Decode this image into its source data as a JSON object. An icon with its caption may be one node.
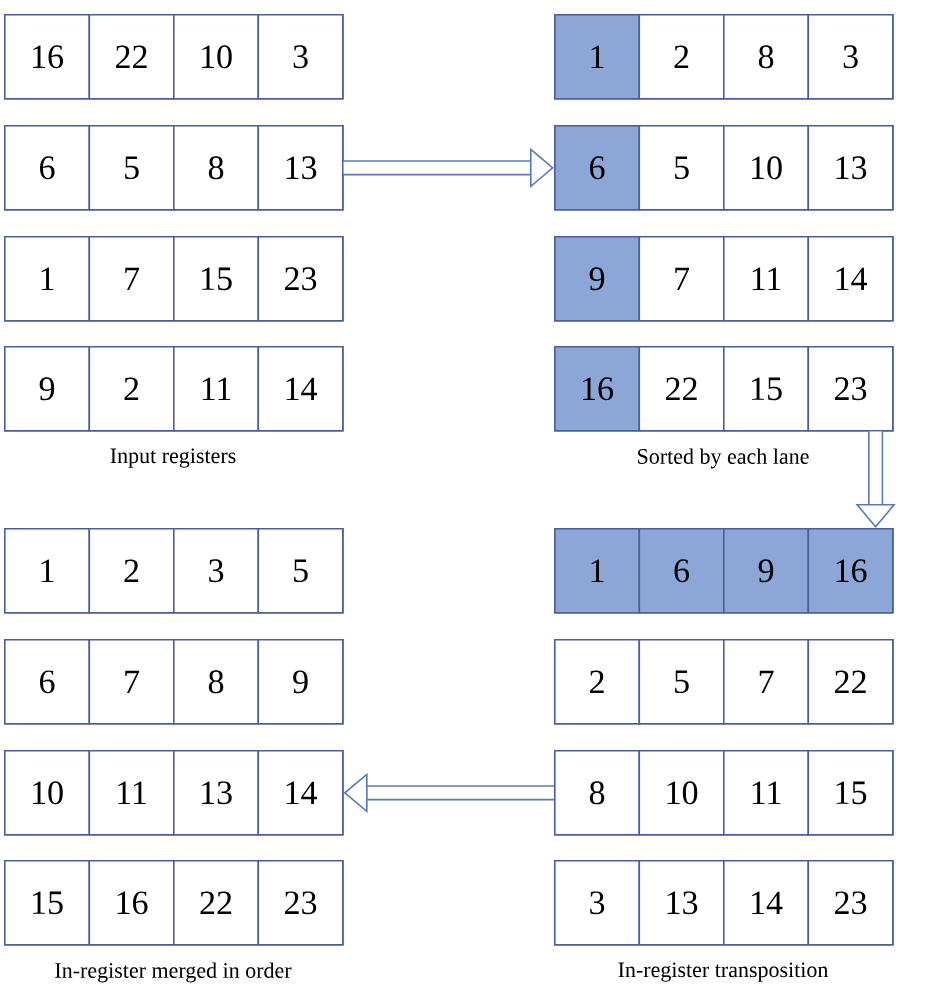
{
  "diagram": {
    "nodes": [
      {
        "text": [],
        "shape": "box"
      },
      {
        "text": [
          "16"
        ],
        "in": 0
      },
      {
        "text": [
          "22"
        ],
        "in": 0
      },
      {
        "text": [
          "10"
        ],
        "in": 0
      },
      {
        "text": [
          "3"
        ],
        "in": 0
      },
      {
        "text": [],
        "shape": "box"
      },
      {
        "text": [
          "6"
        ],
        "in": 5
      },
      {
        "text": [
          "5"
        ],
        "in": 5
      },
      {
        "text": [
          "8"
        ],
        "in": 5
      },
      {
        "text": [
          "13"
        ],
        "in": 5
      },
      {
        "text": [],
        "shape": "box"
      },
      {
        "text": [
          "1"
        ],
        "in": 10
      },
      {
        "text": [
          "7"
        ],
        "in": 10
      },
      {
        "text": [
          "15"
        ],
        "in": 10
      },
      {
        "text": [
          "23"
        ],
        "in": 10
      },
      {
        "text": [],
        "shape": "box"
      },
      {
        "text": [
          "9"
        ],
        "in": 15
      },
      {
        "text": [
          "2"
        ],
        "in": 15
      },
      {
        "text": [
          "11"
        ],
        "in": 15
      },
      {
        "text": [
          "14"
        ],
        "in": 15
      },
      {
        "text": [],
        "shape": "box"
      },
      {
        "text": [
          "1"
        ],
        "in": 20
      },
      {
        "text": [
          "2"
        ],
        "in": 20
      },
      {
        "text": [
          "8"
        ],
        "in": 20
      },
      {
        "text": [
          "3"
        ],
        "in": 20
      },
      {
        "text": [],
        "shape": "box"
      },
      {
        "text": [
          "6"
        ],
        "in": 25
      },
      {
        "text": [
          "5"
        ],
        "in": 25
      },
      {
        "text": [
          "10"
        ],
        "in": 25
      },
      {
        "text": [
          "13"
        ],
        "in": 25
      },
      {
        "text": [],
        "shape": "box"
      },
      {
        "text": [
          "9"
        ],
        "in": 30
      },
      {
        "text": [
          "7"
        ],
        "in": 30
      },
      {
        "text": [
          "11"
        ],
        "in": 30
      },
      {
        "text": [
          "14"
        ],
        "in": 30
      },
      {
        "text": [],
        "shape": "box"
      },
      {
        "text": [
          "16"
        ],
        "in": 35
      },
      {
        "text": [
          "22"
        ],
        "in": 35
      },
      {
        "text": [
          "15"
        ],
        "in": 35
      },
      {
        "text": [
          "23"
        ],
        "in": 35
      },
      {
        "text": [],
        "shape": "box"
      },
      {
        "text": [
          "1"
        ],
        "in": 40
      },
      {
        "text": [
          "2"
        ],
        "in": 40
      },
      {
        "text": [
          "3"
        ],
        "in": 40
      },
      {
        "text": [
          "5"
        ],
        "in": 40
      },
      {
        "text": [],
        "shape": "box"
      },
      {
        "text": [
          "6"
        ],
        "in": 45
      },
      {
        "text": [
          "7"
        ],
        "in": 45
      },
      {
        "text": [
          "8"
        ],
        "in": 45
      },
      {
        "text": [
          "9"
        ],
        "in": 45
      },
      {
        "text": [],
        "shape": "box"
      },
      {
        "text": [
          "10"
        ],
        "in": 50
      },
      {
        "text": [
          "11"
        ],
        "in": 50
      },
      {
        "text": [
          "13"
        ],
        "in": 50
      },
      {
        "text": [
          "14"
        ],
        "in": 50
      },
      {
        "text": [],
        "shape": "box"
      },
      {
        "text": [
          "15"
        ],
        "in": 55
      },
      {
        "text": [
          "16"
        ],
        "in": 55
      },
      {
        "text": [
          "22"
        ],
        "in": 55
      },
      {
        "text": [
          "23"
        ],
        "in": 55
      },
      {
        "text": [],
        "shape": "box"
      },
      {
        "text": [
          "1"
        ],
        "in": 60
      },
      {
        "text": [
          "6"
        ],
        "in": 60
      },
      {
        "text": [
          "9"
        ],
        "in": 60
      },
      {
        "text": [
          "16"
        ],
        "in": 60
      },
      {
        "text": [],
        "shape": "box"
      },
      {
        "text": [
          "2"
        ],
        "in": 65
      },
      {
        "text": [
          "5"
        ],
        "in": 65
      },
      {
        "text": [
          "7"
        ],
        "in": 65
      },
      {
        "text": [
          "22"
        ],
        "in": 65
      },
      {
        "text": [],
        "shape": "box"
      },
      {
        "text": [
          "8"
        ],
        "in": 70
      },
      {
        "text": [
          "10"
        ],
        "in": 70
      },
      {
        "text": [
          "11"
        ],
        "in": 70
      },
      {
        "text": [
          "15"
        ],
        "in": 70
      },
      {
        "text": [],
        "shape": "box"
      },
      {
        "text": [
          "3"
        ],
        "in": 75
      },
      {
        "text": [
          "13"
        ],
        "in": 75
      },
      {
        "text": [
          "14"
        ],
        "in": 75
      },
      {
        "text": [
          "23"
        ],
        "in": 75
      }
    ],
    "edges": [
      {
        "from": 5,
        "to": 25,
        "arrow": "to"
      },
      {
        "from": 35,
        "to": 60,
        "arrow": "to"
      },
      {
        "from": 70,
        "to": 50,
        "arrow": "to"
      }
    ],
    "labels": [
      "Input registers",
      "Sorted by each lane",
      "In-register merged in order",
      "In-register transposition"
    ]
  }
}
